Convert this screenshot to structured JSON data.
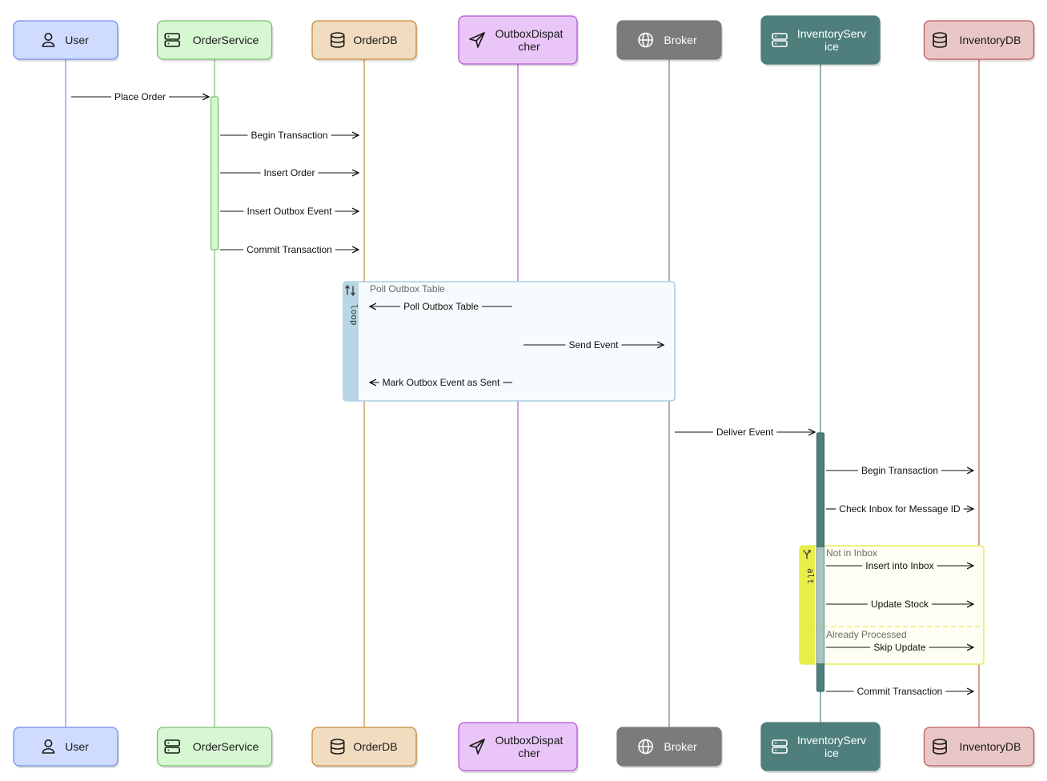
{
  "colors": {
    "arrow": "#111111",
    "loop_frame_border": "#a8cfe0",
    "loop_frame_band": "#b9d6e5",
    "loop_frame_fill": "#f7fbfd",
    "alt_frame_border": "#e6ec5c",
    "alt_frame_band": "#e8ee48",
    "alt_frame_fill": "#fefef2"
  },
  "participants": [
    {
      "id": "user",
      "label": "User",
      "icon": "user-icon",
      "fill": "#cfdcff",
      "stroke": "#6f8ef0",
      "text": "#1a1a1a"
    },
    {
      "id": "order",
      "label": "OrderService",
      "icon": "server-icon",
      "fill": "#d6f7d2",
      "stroke": "#7cbf72",
      "text": "#1a1a1a"
    },
    {
      "id": "orderdb",
      "label": "OrderDB",
      "icon": "database-icon",
      "fill": "#f1dcc0",
      "stroke": "#c78a3c",
      "text": "#1a1a1a"
    },
    {
      "id": "outbox",
      "label": "OutboxDispatcher",
      "lines": [
        "OutboxDispat",
        "cher"
      ],
      "icon": "send-icon",
      "fill": "#e9c6f7",
      "stroke": "#b356d8",
      "text": "#1a1a1a"
    },
    {
      "id": "broker",
      "label": "Broker",
      "icon": "globe-icon",
      "fill": "#7b7b7b",
      "stroke": "#7b7b7b",
      "text": "#ffffff"
    },
    {
      "id": "inventory",
      "label": "InventoryService",
      "lines": [
        "InventoryServ",
        "ice"
      ],
      "icon": "server-icon",
      "fill": "#4e7f7c",
      "stroke": "#4e7f7c",
      "text": "#ffffff"
    },
    {
      "id": "inventorydb",
      "label": "InventoryDB",
      "icon": "database-icon",
      "fill": "#eac7c7",
      "stroke": "#c05a5a",
      "text": "#1a1a1a"
    }
  ],
  "frames": [
    {
      "kind": "loop",
      "title": "Poll Outbox Table"
    },
    {
      "kind": "alt",
      "title": "Not in Inbox",
      "else_title": "Already Processed"
    }
  ],
  "messages": [
    {
      "from": "user",
      "to": "order",
      "label": "Place Order"
    },
    {
      "from": "order",
      "to": "orderdb",
      "label": "Begin Transaction"
    },
    {
      "from": "order",
      "to": "orderdb",
      "label": "Insert Order"
    },
    {
      "from": "order",
      "to": "orderdb",
      "label": "Insert Outbox Event"
    },
    {
      "from": "order",
      "to": "orderdb",
      "label": "Commit Transaction"
    },
    {
      "from": "outbox",
      "to": "orderdb",
      "label": "Poll Outbox Table"
    },
    {
      "from": "outbox",
      "to": "broker",
      "label": "Send Event"
    },
    {
      "from": "outbox",
      "to": "orderdb",
      "label": "Mark Outbox Event as Sent"
    },
    {
      "from": "broker",
      "to": "inventory",
      "label": "Deliver Event"
    },
    {
      "from": "inventory",
      "to": "inventorydb",
      "label": "Begin Transaction"
    },
    {
      "from": "inventory",
      "to": "inventorydb",
      "label": "Check Inbox for Message ID"
    },
    {
      "from": "inventory",
      "to": "inventorydb",
      "label": "Insert into Inbox"
    },
    {
      "from": "inventory",
      "to": "inventorydb",
      "label": "Update Stock"
    },
    {
      "from": "inventory",
      "to": "inventorydb",
      "label": "Skip Update"
    },
    {
      "from": "inventory",
      "to": "inventorydb",
      "label": "Commit Transaction"
    }
  ]
}
